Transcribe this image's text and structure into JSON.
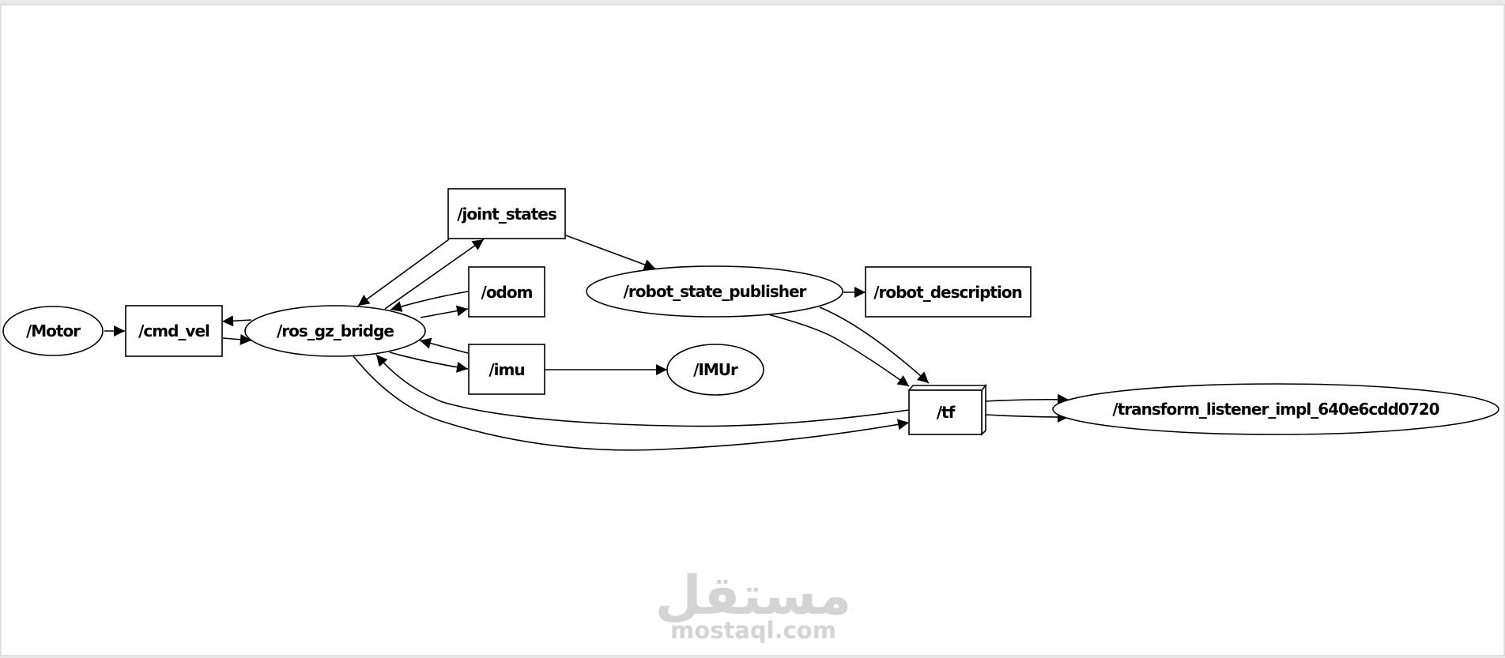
{
  "graph": {
    "nodes": [
      {
        "id": "motor",
        "label": "/Motor",
        "kind": "node"
      },
      {
        "id": "cmd_vel",
        "label": "/cmd_vel",
        "kind": "topic"
      },
      {
        "id": "ros_gz_bridge",
        "label": "/ros_gz_bridge",
        "kind": "node"
      },
      {
        "id": "joint_states",
        "label": "/joint_states",
        "kind": "topic"
      },
      {
        "id": "odom",
        "label": "/odom",
        "kind": "topic"
      },
      {
        "id": "imu",
        "label": "/imu",
        "kind": "topic"
      },
      {
        "id": "robot_state_publisher",
        "label": "/robot_state_publisher",
        "kind": "node"
      },
      {
        "id": "robot_description",
        "label": "/robot_description",
        "kind": "topic"
      },
      {
        "id": "imur",
        "label": "/IMUr",
        "kind": "node"
      },
      {
        "id": "tf",
        "label": "/tf",
        "kind": "topic"
      },
      {
        "id": "transform_listener",
        "label": "/transform_listener_impl_640e6cdd0720",
        "kind": "node"
      }
    ],
    "edges": [
      {
        "from": "motor",
        "to": "cmd_vel"
      },
      {
        "from": "cmd_vel",
        "to": "ros_gz_bridge"
      },
      {
        "from": "ros_gz_bridge",
        "to": "cmd_vel"
      },
      {
        "from": "ros_gz_bridge",
        "to": "joint_states"
      },
      {
        "from": "joint_states",
        "to": "ros_gz_bridge"
      },
      {
        "from": "ros_gz_bridge",
        "to": "odom"
      },
      {
        "from": "odom",
        "to": "ros_gz_bridge"
      },
      {
        "from": "ros_gz_bridge",
        "to": "imu"
      },
      {
        "from": "imu",
        "to": "ros_gz_bridge"
      },
      {
        "from": "ros_gz_bridge",
        "to": "tf"
      },
      {
        "from": "tf",
        "to": "ros_gz_bridge"
      },
      {
        "from": "joint_states",
        "to": "robot_state_publisher"
      },
      {
        "from": "robot_state_publisher",
        "to": "robot_description"
      },
      {
        "from": "robot_state_publisher",
        "to": "tf"
      },
      {
        "from": "imu",
        "to": "imur"
      },
      {
        "from": "tf",
        "to": "transform_listener"
      }
    ]
  },
  "watermark": {
    "arabic": "مستقل",
    "site": "mostaql.com"
  }
}
